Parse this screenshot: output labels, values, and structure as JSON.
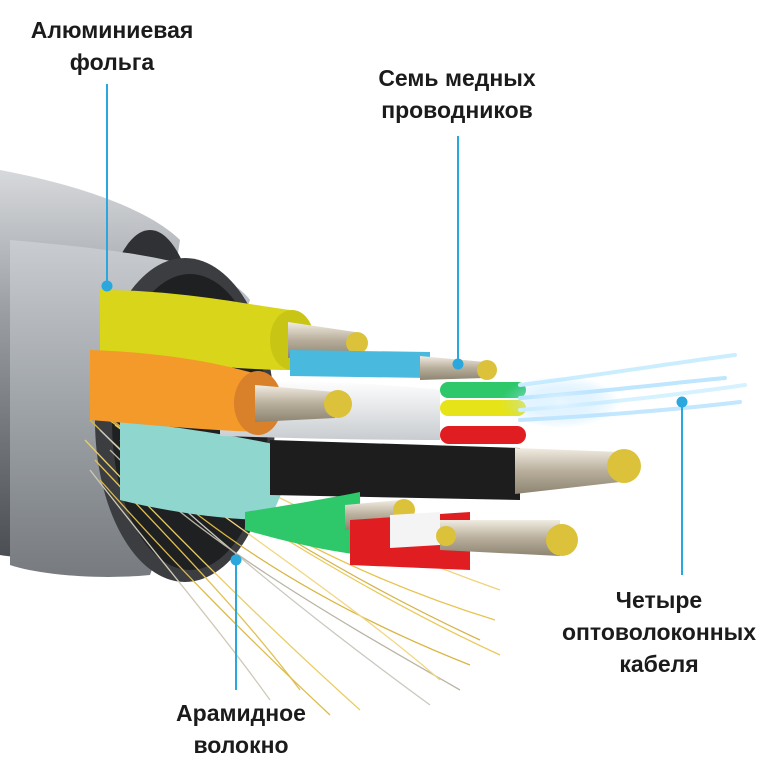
{
  "labels": {
    "foil": {
      "line1": "Алюминиевая",
      "line2": "фольга"
    },
    "copper": {
      "line1": "Семь медных",
      "line2": "проводников"
    },
    "fiber": {
      "line1": "Четыре",
      "line2": "оптоволоконных",
      "line3": "кабеля"
    },
    "aramid": {
      "line1": "Арамидное",
      "line2": "волокно"
    }
  },
  "colors": {
    "leader": "#2aa8de",
    "jacket": "#8f9399",
    "foil": "#aeb3b8",
    "yellow_core": "#d8d51a",
    "orange_core": "#f39a2a",
    "cyan_core": "#49b9de",
    "teal_wrap": "#8fd6cf",
    "green_core": "#2ec86a",
    "red_core": "#e01e22",
    "black_core": "#1d1d1d",
    "copper_strand": "#cfc6b4",
    "strand_end": "#dcc23a",
    "aramid": "#e9c456",
    "fiber_glow": "#bfe6ff"
  }
}
